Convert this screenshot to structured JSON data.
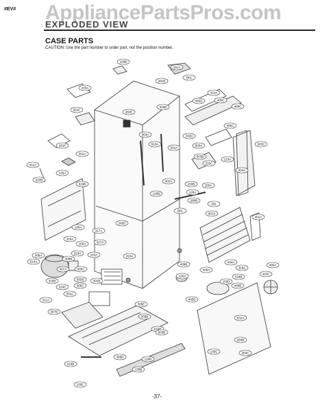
{
  "page": {
    "corner_mark": "#EV#",
    "section_title": "EXPLODED VIEW",
    "watermark": "AppliancePartsPros.com",
    "subheading": "CASE PARTS",
    "caution": "CAUTION: Use the part number to order part, not the position number.",
    "page_number": "-37-"
  },
  "callouts": [
    "103B",
    "281A",
    "B01",
    "281B",
    "103A",
    "301F",
    "282E",
    "406B",
    "410A",
    "405C",
    "409C",
    "405G",
    "406C",
    "903A",
    "610A",
    "333D",
    "503A",
    "501A",
    "503C",
    "281F",
    "301A",
    "503B",
    "411A",
    "123A",
    "304A",
    "320B",
    "145A",
    "619B",
    "302A",
    "320C",
    "150B",
    "150A",
    "120B",
    "126A",
    "280B",
    "B01",
    "282D",
    "301",
    "301A",
    "401A",
    "106A",
    "317A",
    "327A",
    "316A",
    "105A",
    "308A",
    "308B",
    "318A",
    "315A",
    "310A",
    "307A",
    "314A",
    "305C",
    "409B",
    "316B",
    "405A",
    "301B",
    "302B",
    "308C",
    "316C",
    "319A",
    "318B",
    "120A",
    "406A",
    "434A",
    "410C",
    "103D",
    "405B",
    "301C",
    "311A",
    "405D",
    "307B",
    "305E",
    "532A",
    "305B",
    "610B",
    "903B",
    "284B",
    "284C",
    "135C",
    "310B",
    "305D",
    "126B",
    "135B",
    "105C"
  ]
}
